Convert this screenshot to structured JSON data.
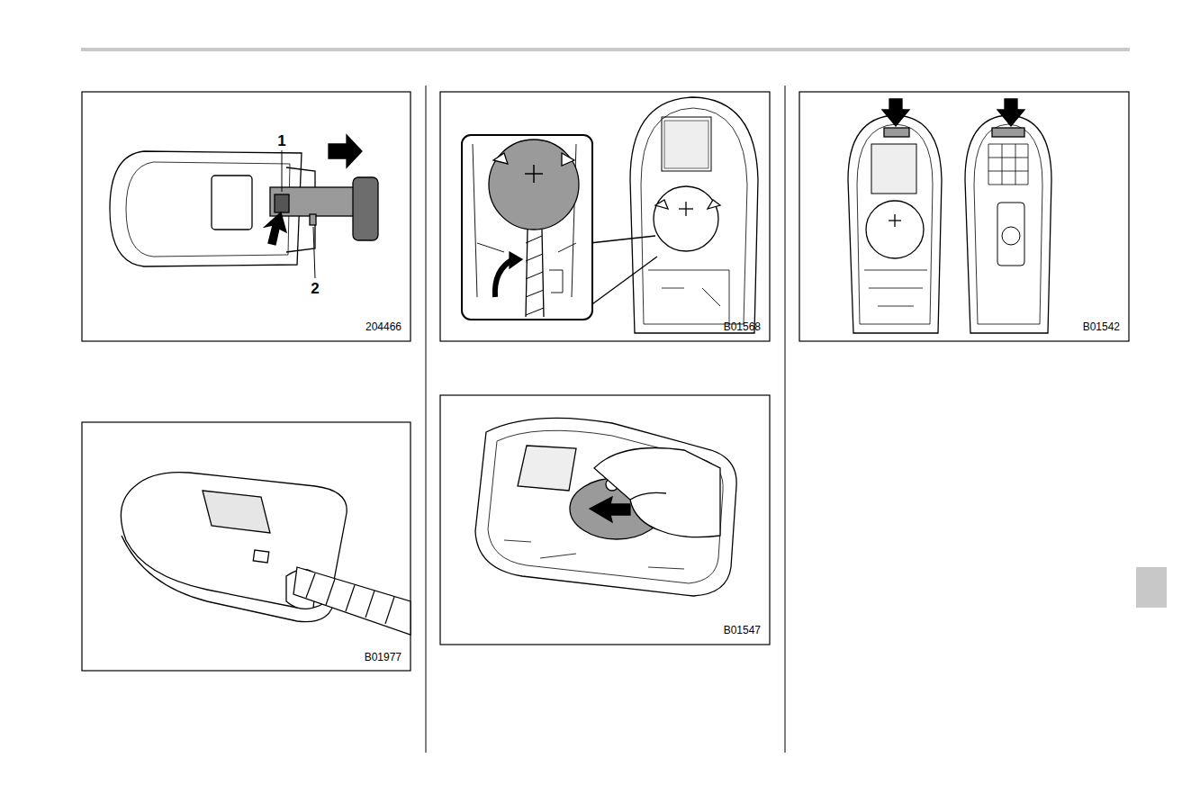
{
  "diagram": {
    "labels": [
      "1",
      "2",
      "204466",
      "B01977",
      "B01568",
      "B01547",
      "B01542"
    ]
  }
}
